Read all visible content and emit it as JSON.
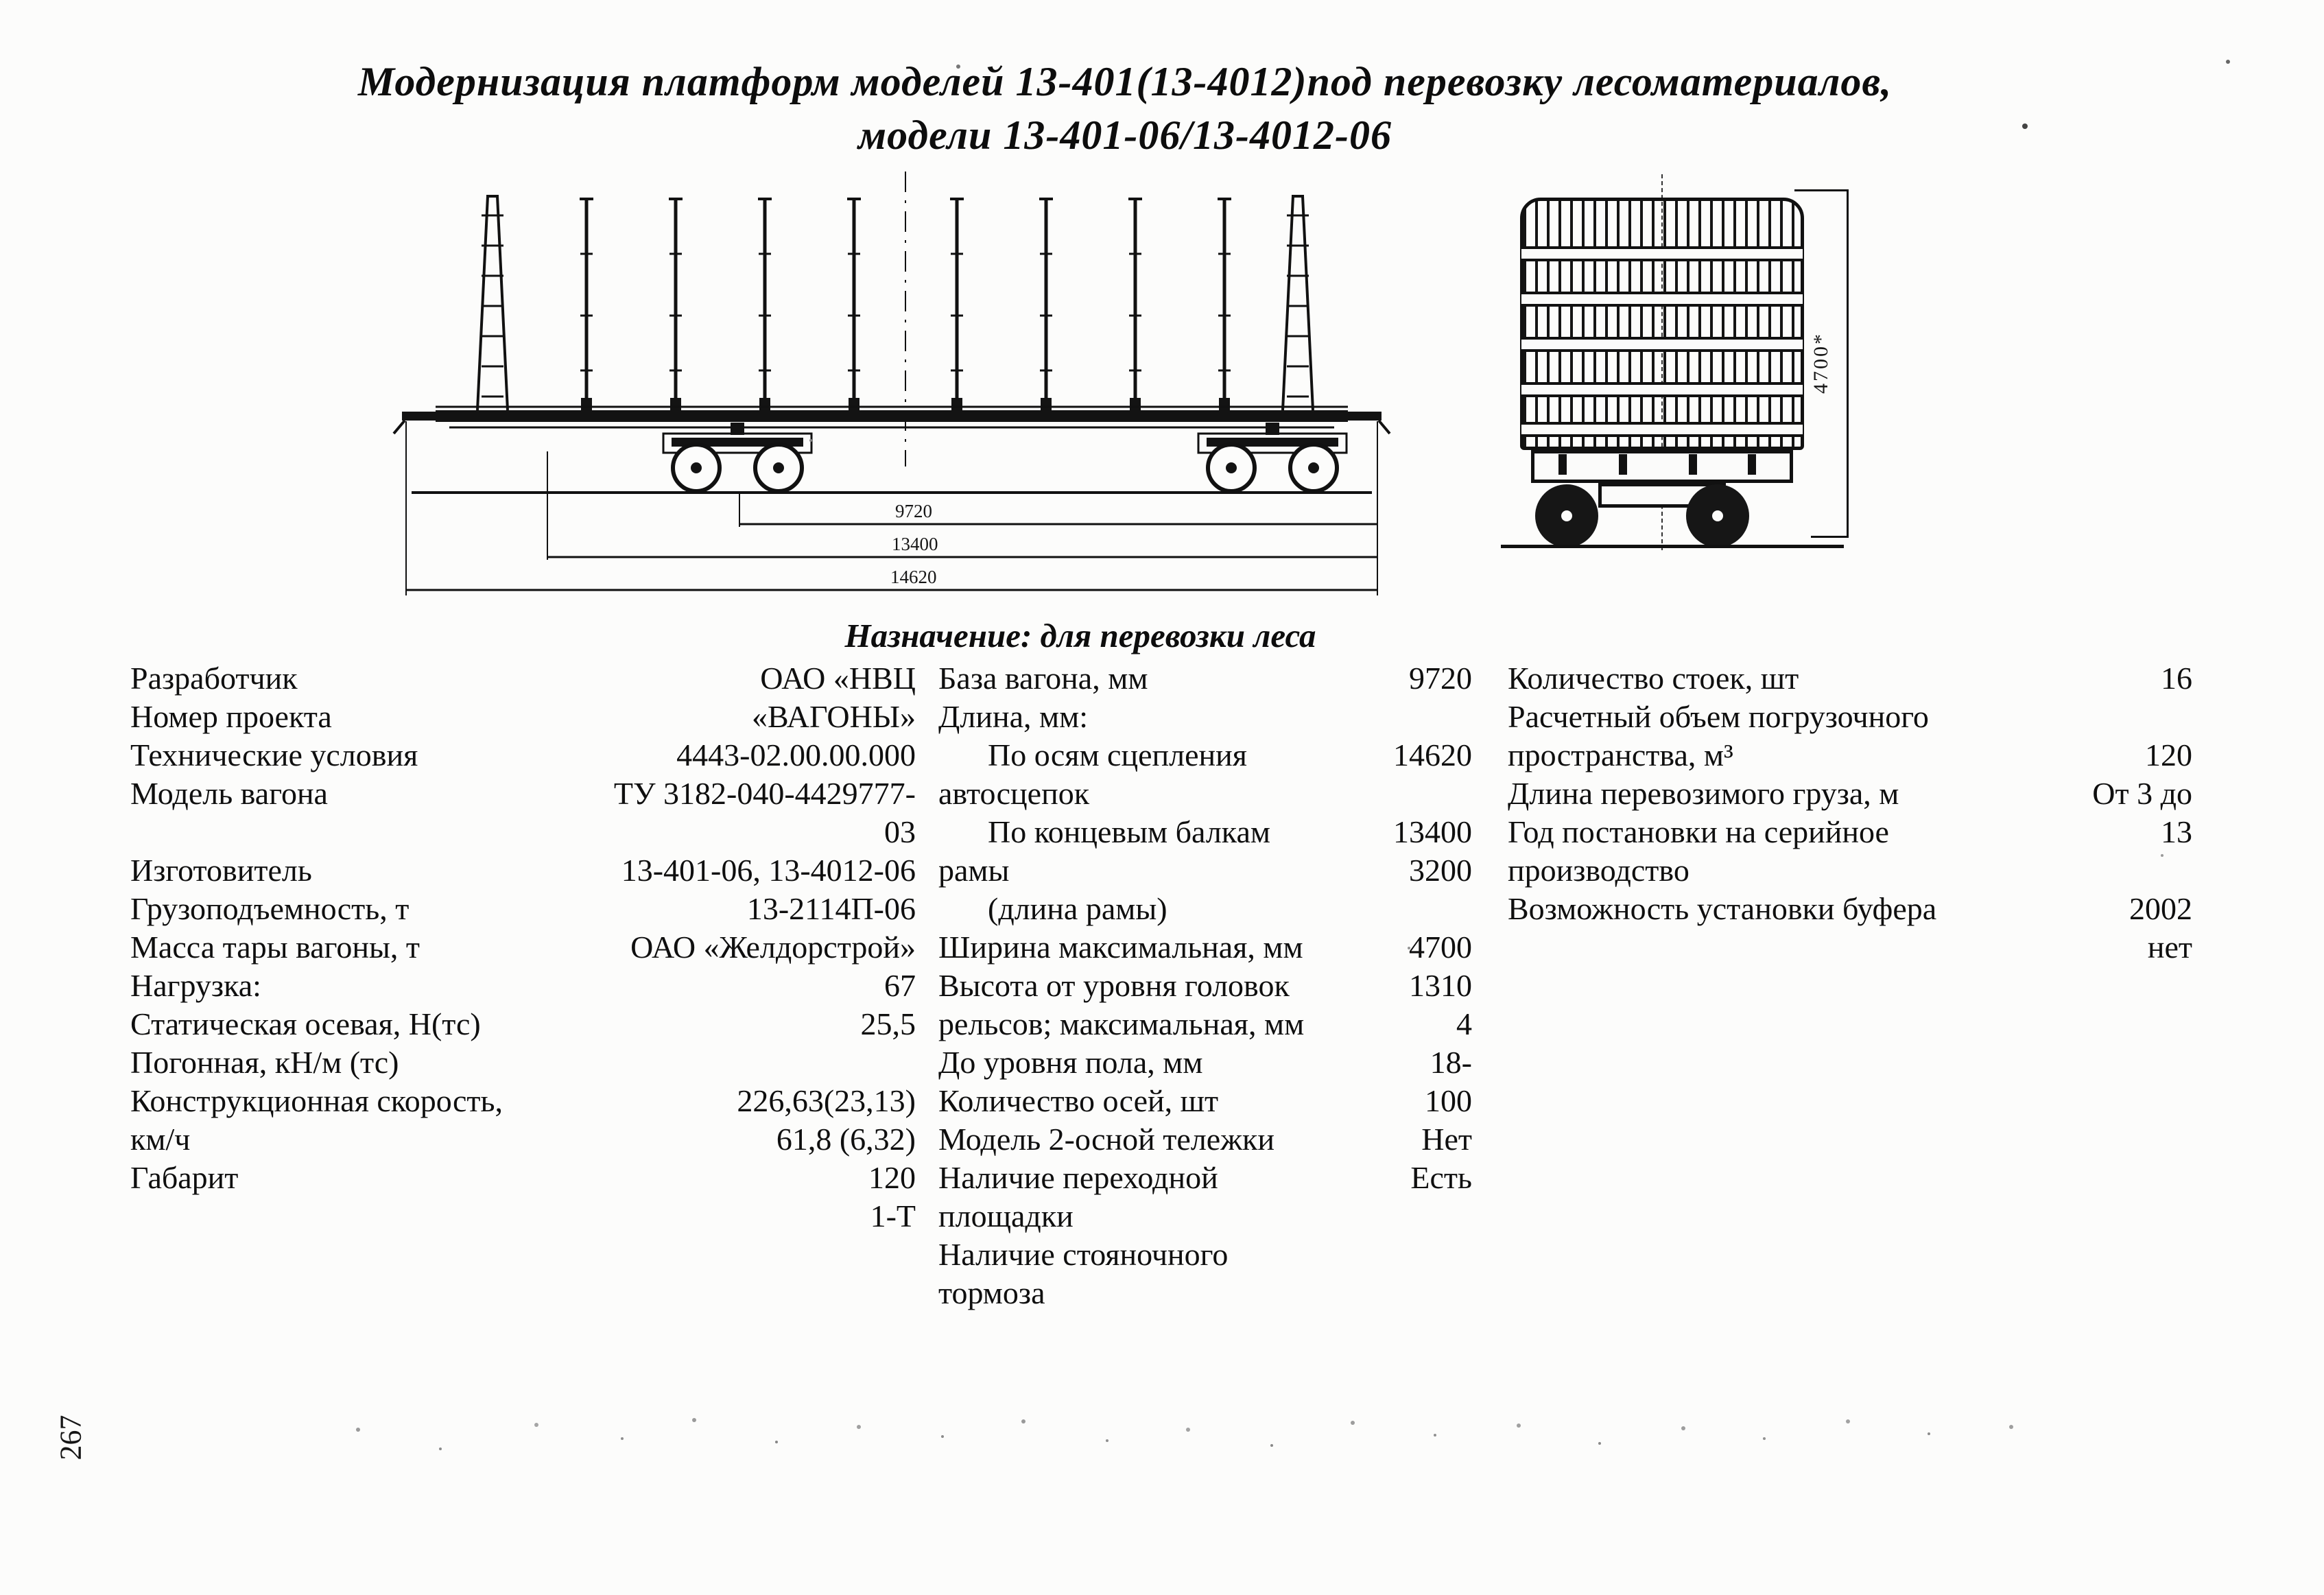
{
  "page": {
    "title_line1": "Модернизация  платформ  моделей 13-401(13-4012)под перевозку лесоматериалов,",
    "title_line2": "модели 13-401-06/13-4012-06",
    "purpose_heading": "Назначение: для перевозки леса",
    "page_number": "267"
  },
  "drawing": {
    "side_view": {
      "dim_labels": [
        "9720",
        "13400",
        "14620"
      ]
    },
    "end_view": {
      "height_dim_label": "4700*"
    }
  },
  "specs": {
    "left": {
      "rows": [
        {
          "label": "Разработчик",
          "value": "ОАО «НВЦ"
        },
        {
          "label": "Номер проекта",
          "value": "«ВАГОНЫ»"
        },
        {
          "label": "Технические условия",
          "value": "4443-02.00.00.000"
        },
        {
          "label": "Модель вагона",
          "value": "ТУ 3182-040-4429777-"
        },
        {
          "label": "",
          "value": "03"
        },
        {
          "label": "Изготовитель",
          "value": "13-401-06, 13-4012-06"
        },
        {
          "label": "Грузоподъемность, т",
          "value": "13-2114П-06"
        },
        {
          "label": "Масса тары вагоны, т",
          "value": "ОАО «Желдорстрой»"
        },
        {
          "label": "Нагрузка:",
          "value": "67"
        },
        {
          "label": "Статическая  осевая, Н(тс)",
          "value": "25,5"
        },
        {
          "label": "Погонная, кН/м (тс)",
          "value": ""
        },
        {
          "label": "Конструкционная скорость,",
          "value": "226,63(23,13)"
        },
        {
          "label": "км/ч",
          "value": "61,8 (6,32)"
        },
        {
          "label": "Габарит",
          "value": "120"
        },
        {
          "label": "",
          "value": "1-Т"
        }
      ]
    },
    "middle": {
      "rows": [
        {
          "label": "База вагона, мм",
          "value": "9720"
        },
        {
          "label": "Длина, мм:",
          "value": ""
        },
        {
          "label": "По осям сцепления",
          "value": "14620",
          "indent": true
        },
        {
          "label": "автосцепок",
          "value": ""
        },
        {
          "label": "По концевым балкам",
          "value": "13400",
          "indent": true
        },
        {
          "label": "рамы",
          "value": "3200"
        },
        {
          "label": "(длина рамы)",
          "value": "",
          "indent": true
        },
        {
          "label": "Ширина максимальная, мм",
          "value": "4700"
        },
        {
          "label": "Высота от уровня головок",
          "value": "1310"
        },
        {
          "label": "рельсов; максимальная, мм",
          "value": "4"
        },
        {
          "label": "До уровня пола, мм",
          "value": "18-"
        },
        {
          "label": "Количество осей, шт",
          "value": "100"
        },
        {
          "label": "Модель 2-осной тележки",
          "value": "Нет"
        },
        {
          "label": "Наличие переходной",
          "value": "Есть"
        },
        {
          "label": "площадки",
          "value": ""
        },
        {
          "label": "Наличие стояночного",
          "value": ""
        },
        {
          "label": "тормоза",
          "value": ""
        }
      ]
    },
    "right": {
      "rows": [
        {
          "label": "Количество стоек, шт",
          "value": "16"
        },
        {
          "label": "Расчетный объем погрузочного",
          "value": ""
        },
        {
          "label": "пространства, м³",
          "value": "120"
        },
        {
          "label": "Длина перевозимого груза, м",
          "value": "От 3 до"
        },
        {
          "label": "Год постановки на серийное",
          "value": "13"
        },
        {
          "label": "производство",
          "value": ""
        },
        {
          "label": "Возможность установки буфера",
          "value": "2002"
        },
        {
          "label": "",
          "value": "нет"
        }
      ]
    }
  }
}
